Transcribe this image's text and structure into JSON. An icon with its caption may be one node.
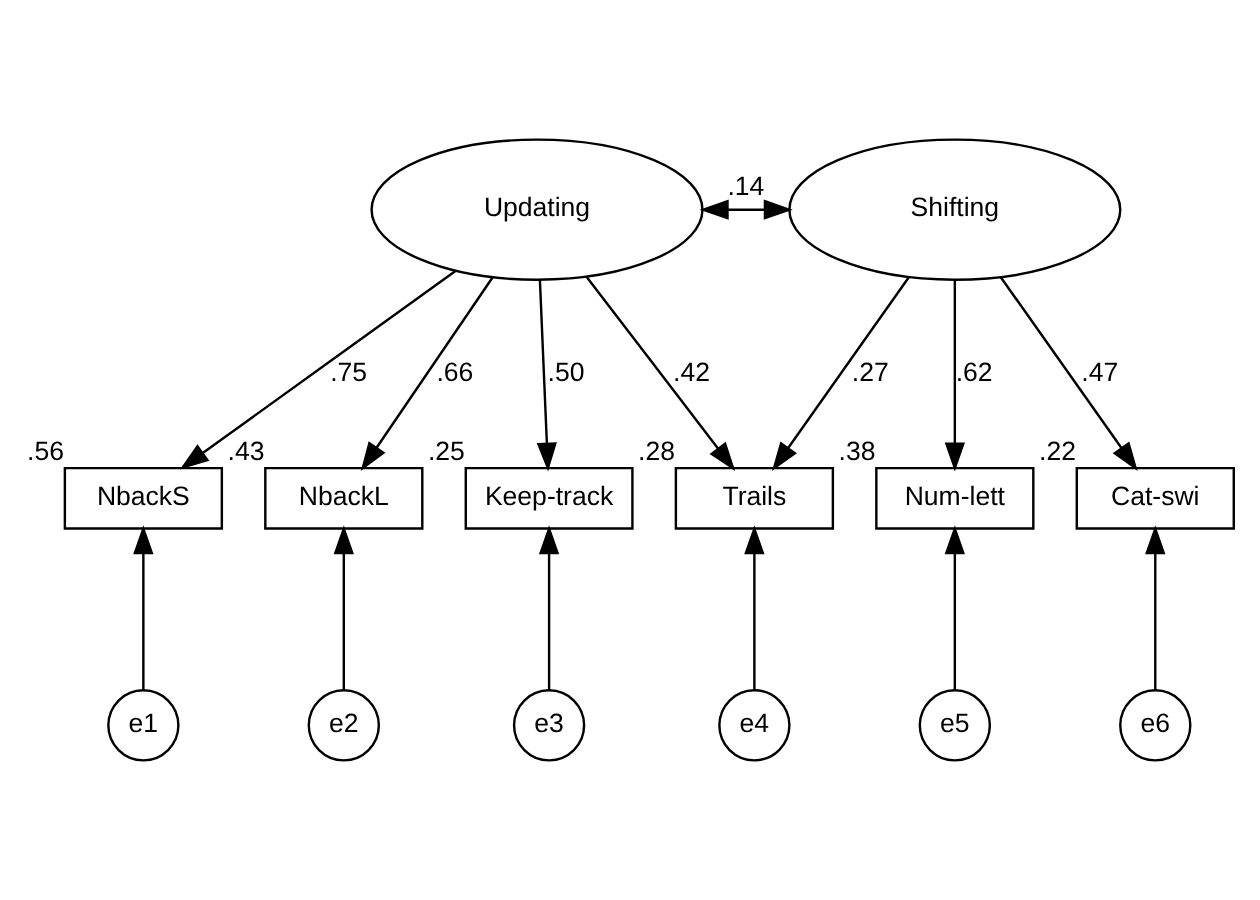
{
  "diagram": {
    "nodes": [
      {
        "text": [
          "Updating"
        ]
      },
      {
        "text": [
          "Shifting"
        ]
      },
      {
        "text": [
          "NbackS"
        ],
        "beside": [
          ".56"
        ]
      },
      {
        "text": [
          "NbackL"
        ],
        "beside": [
          ".43"
        ]
      },
      {
        "text": [
          "Keep-track"
        ],
        "beside": [
          ".25"
        ]
      },
      {
        "text": [
          "Trails"
        ],
        "beside": [
          ".28"
        ]
      },
      {
        "text": [
          "Num-lett"
        ],
        "beside": [
          ".38"
        ]
      },
      {
        "text": [
          "Cat-swi"
        ],
        "beside": [
          ".22"
        ]
      },
      {
        "text": [
          "e1"
        ]
      },
      {
        "text": [
          "e2"
        ]
      },
      {
        "text": [
          "e3"
        ]
      },
      {
        "text": [
          "e4"
        ]
      },
      {
        "text": [
          "e5"
        ]
      },
      {
        "text": [
          "e6"
        ]
      }
    ],
    "edges": [
      {
        "from": 0,
        "to": 1,
        "arrow": "both",
        "label": ".14"
      },
      {
        "from": 0,
        "to": 2,
        "arrow": "to",
        "label": ".75"
      },
      {
        "from": 0,
        "to": 3,
        "arrow": "to",
        "label": ".66"
      },
      {
        "from": 0,
        "to": 4,
        "arrow": "to",
        "label": ".50"
      },
      {
        "from": 0,
        "to": 5,
        "arrow": "to",
        "label": ".42"
      },
      {
        "from": 1,
        "to": 5,
        "arrow": "to",
        "label": ".27"
      },
      {
        "from": 1,
        "to": 6,
        "arrow": "to",
        "label": ".62"
      },
      {
        "from": 1,
        "to": 7,
        "arrow": "to",
        "label": ".47"
      },
      {
        "from": 8,
        "to": 2,
        "arrow": "to"
      },
      {
        "from": 9,
        "to": 3,
        "arrow": "to"
      },
      {
        "from": 10,
        "to": 4,
        "arrow": "to"
      },
      {
        "from": 11,
        "to": 5,
        "arrow": "to"
      },
      {
        "from": 12,
        "to": 6,
        "arrow": "to"
      },
      {
        "from": 13,
        "to": 7,
        "arrow": "to"
      }
    ]
  }
}
